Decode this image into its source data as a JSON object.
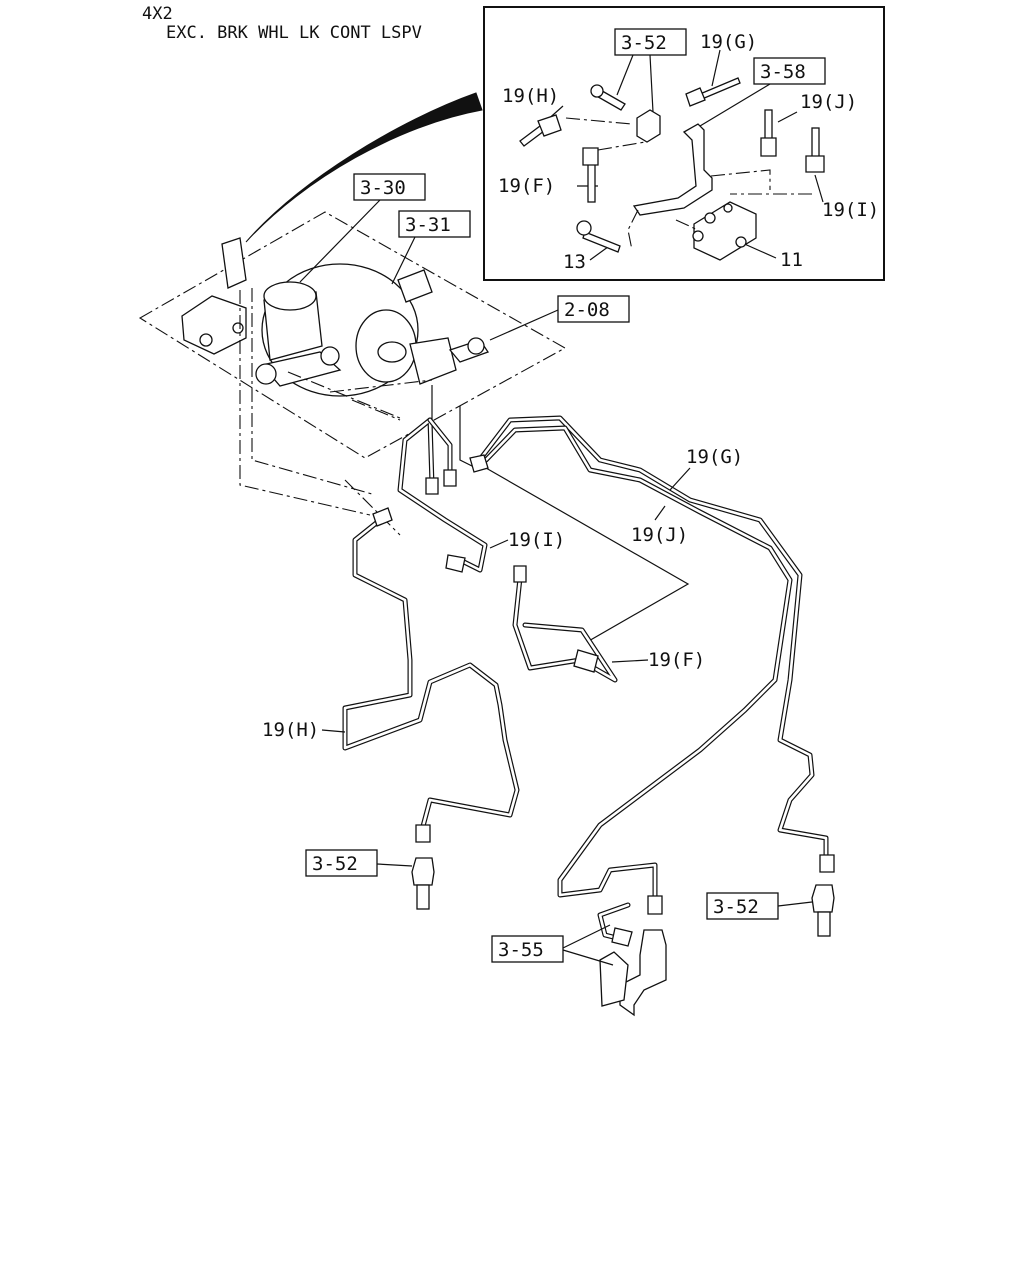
{
  "header": {
    "line1": "4X2",
    "line2": "EXC. BRK WHL LK CONT LSPV"
  },
  "inset": {
    "refs": {
      "r352": "3-52",
      "r358": "3-58"
    },
    "labels": {
      "g": "19(G)",
      "h": "19(H)",
      "j": "19(J)",
      "f": "19(F)",
      "i": "19(I)",
      "bolt": "13",
      "valve": "11"
    }
  },
  "refs": {
    "r330": "3-30",
    "r331": "3-31",
    "r208": "2-08",
    "r352_left": "3-52",
    "r352_right": "3-52",
    "r355": "3-55"
  },
  "labels": {
    "g": "19(G)",
    "j": "19(J)",
    "i": "19(I)",
    "f": "19(F)",
    "h": "19(H)"
  }
}
